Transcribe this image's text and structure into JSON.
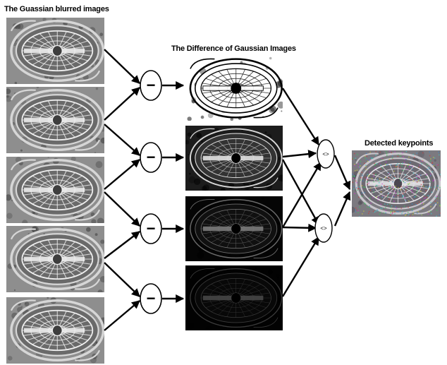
{
  "titles": {
    "gaussian": "The Guassian blurred images",
    "dog": "The Difference of Gaussian Images",
    "keypoints": "Detected keypoints"
  },
  "gaussian_images": [
    {
      "name": "gaussian-blurred-image-1",
      "style": "gray-aerial"
    },
    {
      "name": "gaussian-blurred-image-2",
      "style": "gray-aerial"
    },
    {
      "name": "gaussian-blurred-image-3",
      "style": "gray-aerial"
    },
    {
      "name": "gaussian-blurred-image-4",
      "style": "gray-aerial"
    },
    {
      "name": "gaussian-blurred-image-5",
      "style": "gray-aerial"
    }
  ],
  "subtract_nodes": [
    {
      "name": "subtract-node-1",
      "symbol": "−"
    },
    {
      "name": "subtract-node-2",
      "symbol": "−"
    },
    {
      "name": "subtract-node-3",
      "symbol": "−"
    },
    {
      "name": "subtract-node-4",
      "symbol": "−"
    }
  ],
  "dog_images": [
    {
      "name": "dog-image-1",
      "style": "white-edges"
    },
    {
      "name": "dog-image-2",
      "style": "gray-edges"
    },
    {
      "name": "dog-image-3",
      "style": "dark-edges"
    },
    {
      "name": "dog-image-4",
      "style": "darkest-edges"
    }
  ],
  "compare_nodes": [
    {
      "name": "compare-node-1",
      "symbol": "<>"
    },
    {
      "name": "compare-node-2",
      "symbol": "<>"
    }
  ],
  "keypoint_image": {
    "name": "detected-keypoints-image",
    "style": "color-noise"
  },
  "colors": {
    "arrow": "#000000",
    "node_fill": "#ffffff",
    "node_stroke": "#000000"
  }
}
